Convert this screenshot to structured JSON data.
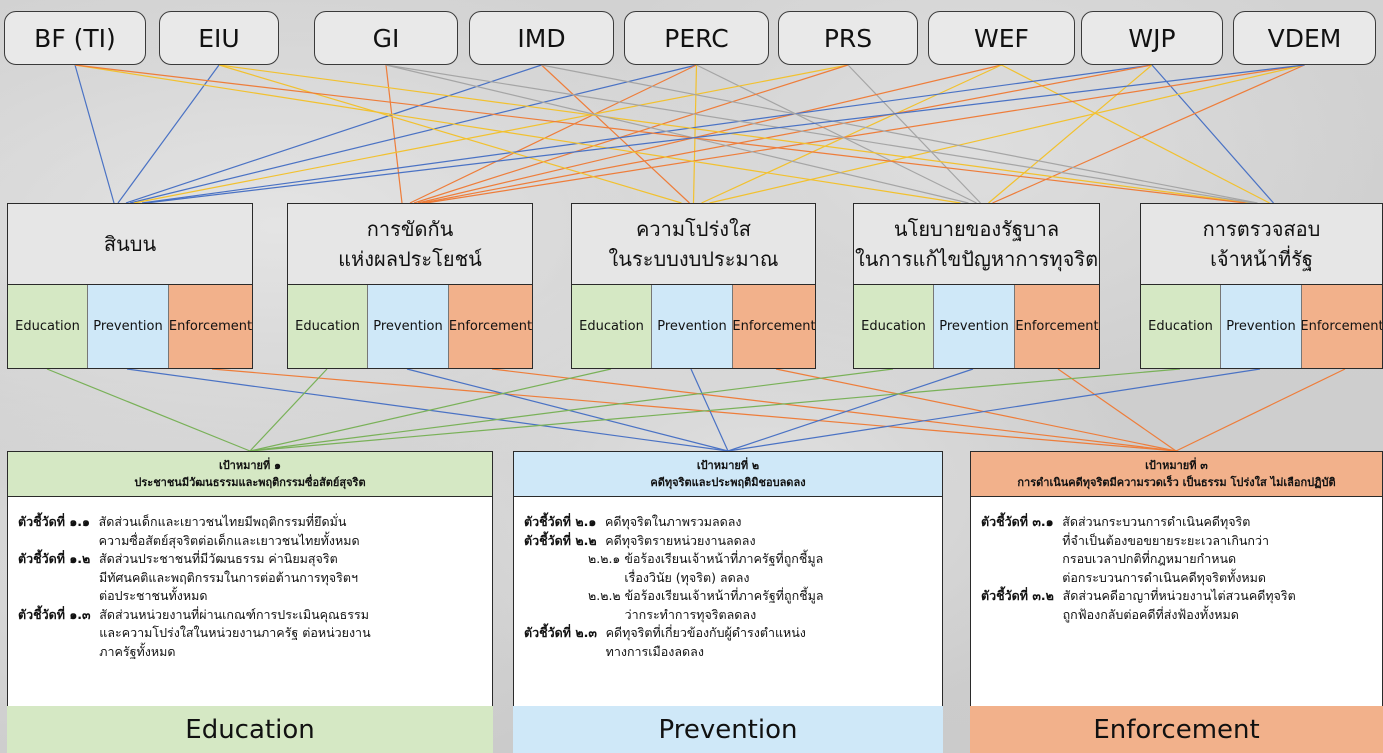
{
  "sources": [
    "BF (TI)",
    "EIU",
    "GI",
    "IMD",
    "PERC",
    "PRS",
    "WEF",
    "WJP",
    "VDEM"
  ],
  "categories": [
    {
      "title_lines": [
        "สินบน"
      ],
      "education": "Education",
      "prevention": "Prevention",
      "enforcement": "Enforcement"
    },
    {
      "title_lines": [
        "การขัดกัน",
        "แห่งผลประโยชน์"
      ],
      "education": "Education",
      "prevention": "Prevention",
      "enforcement": "Enforcement"
    },
    {
      "title_lines": [
        "ความโปร่งใส",
        "ในระบบงบประมาณ"
      ],
      "education": "Education",
      "prevention": "Prevention",
      "enforcement": "Enforcement"
    },
    {
      "title_lines": [
        "นโยบายของรัฐบาล",
        "ในการแก้ไขปัญหาการทุจริต"
      ],
      "education": "Education",
      "prevention": "Prevention",
      "enforcement": "Enforcement"
    },
    {
      "title_lines": [
        "การตรวจสอบ",
        "เจ้าหน้าที่รัฐ"
      ],
      "education": "Education",
      "prevention": "Prevention",
      "enforcement": "Enforcement"
    }
  ],
  "goals": [
    {
      "title": "เป้าหมายที่ ๑",
      "subtitle": "ประชาชนมีวัฒนธรรมและพฤติกรรมซื่อสัตย์สุจริต",
      "indicators": [
        {
          "label": "ตัวชี้วัดที่ ๑.๑",
          "text": "สัดส่วนเด็กและเยาวชนไทยมีพฤติกรรมที่ยึดมั่น\nความซื่อสัตย์สุจริตต่อเด็กและเยาวชนไทยทั้งหมด"
        },
        {
          "label": "ตัวชี้วัดที่ ๑.๒",
          "text": "สัดส่วนประชาชนที่มีวัฒนธรรม ค่านิยมสุจริต\nมีทัศนคติและพฤติกรรมในการต่อต้านการทุจริตฯ\nต่อประชาชนทั้งหมด"
        },
        {
          "label": "ตัวชี้วัดที่ ๑.๓",
          "text": "สัดส่วนหน่วยงานที่ผ่านเกณฑ์การประเมินคุณธรรม\nและความโปร่งใสในหน่วยงานภาครัฐ ต่อหน่วยงาน\nภาครัฐทั้งหมด"
        }
      ],
      "footer": "Education"
    },
    {
      "title": "เป้าหมายที่ ๒",
      "subtitle": "คดีทุจริตและประพฤติมิชอบลดลง",
      "indicators": [
        {
          "label": "ตัวชี้วัดที่ ๒.๑",
          "text": "คดีทุจริตในภาพรวมลดลง"
        },
        {
          "label": "ตัวชี้วัดที่ ๒.๒",
          "text": "คดีทุจริตรายหน่วยงานลดลง"
        },
        {
          "sub": "๒.๒.๑",
          "text": "ข้อร้องเรียนเจ้าหน้าที่ภาครัฐที่ถูกชี้มูล\nเรื่องวินัย (ทุจริต) ลดลง"
        },
        {
          "sub": "๒.๒.๒",
          "text": "ข้อร้องเรียนเจ้าหน้าที่ภาครัฐที่ถูกชี้มูล\nว่ากระทำการทุจริตลดลง"
        },
        {
          "label": "ตัวชี้วัดที่ ๒.๓",
          "text": "คดีทุจริตที่เกี่ยวข้องกับผู้ดำรงตำแหน่ง\nทางการเมืองลดลง"
        }
      ],
      "footer": "Prevention"
    },
    {
      "title": "เป้าหมายที่ ๓",
      "subtitle": "การดำเนินคดีทุจริตมีความรวดเร็ว เป็นธรรม โปร่งใส ไม่เลือกปฏิบัติ",
      "indicators": [
        {
          "label": "ตัวชี้วัดที่ ๓.๑",
          "text": "สัดส่วนกระบวนการดำเนินคดีทุจริต\nที่จำเป็นต้องขอขยายระยะเวลาเกินกว่า\nกรอบเวลาปกติที่กฎหมายกำหนด\nต่อกระบวนการดำเนินคดีทุจริตทั้งหมด"
        },
        {
          "label": "ตัวชี้วัดที่ ๓.๒",
          "text": "สัดส่วนคดีอาญาที่หน่วยงานไต่สวนคดีทุจริต\nถูกฟ้องกลับต่อคดีที่ส่งฟ้องทั้งหมด"
        }
      ],
      "footer": "Enforcement"
    }
  ],
  "colors": {
    "education": "#d5e8c4",
    "prevention": "#cfe8f8",
    "enforcement": "#f2b18b",
    "line_blue": "#4a72c4",
    "line_orange": "#ee7d3a",
    "line_yellow": "#f2c12e",
    "line_gray": "#a5a5a5",
    "line_green": "#79b158"
  }
}
